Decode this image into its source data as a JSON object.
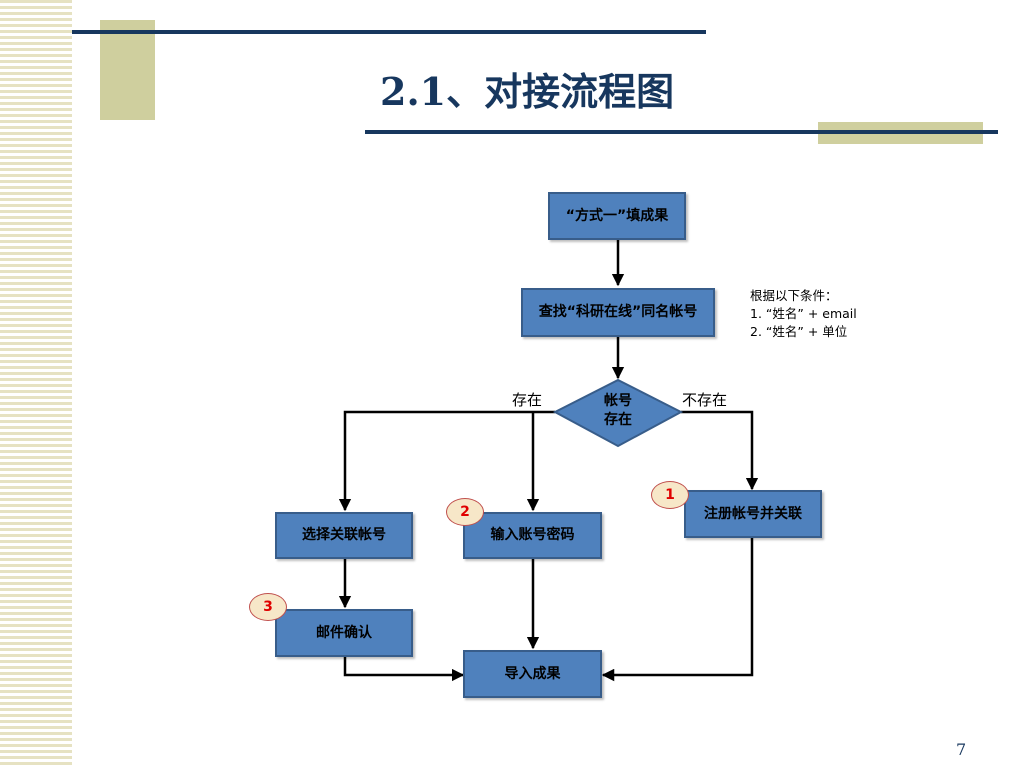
{
  "slide": {
    "title": "2.1、对接流程图",
    "page_number": "7"
  },
  "colors": {
    "title_blue": "#17375e",
    "node_fill": "#4f81bd",
    "node_border": "#385d8a",
    "olive_accent": "#cfcf9e",
    "badge_text": "#e00000"
  },
  "flowchart": {
    "nodes": {
      "start": "“方式一”填成果",
      "lookup": "查找“科研在线”同名帐号",
      "decision_line1": "帐号",
      "decision_line2": "存在",
      "register": "注册帐号并关联",
      "select": "选择关联帐号",
      "password": "输入账号密码",
      "email": "邮件确认",
      "import": "导入成果"
    },
    "labels": {
      "exists": "存在",
      "not_exists": "不存在"
    },
    "note": {
      "heading": "根据以下条件：",
      "item1": "1.  “姓名” + email",
      "item2": "2.  “姓名” + 单位"
    },
    "badges": {
      "b1": "1",
      "b2": "2",
      "b3": "3"
    }
  }
}
